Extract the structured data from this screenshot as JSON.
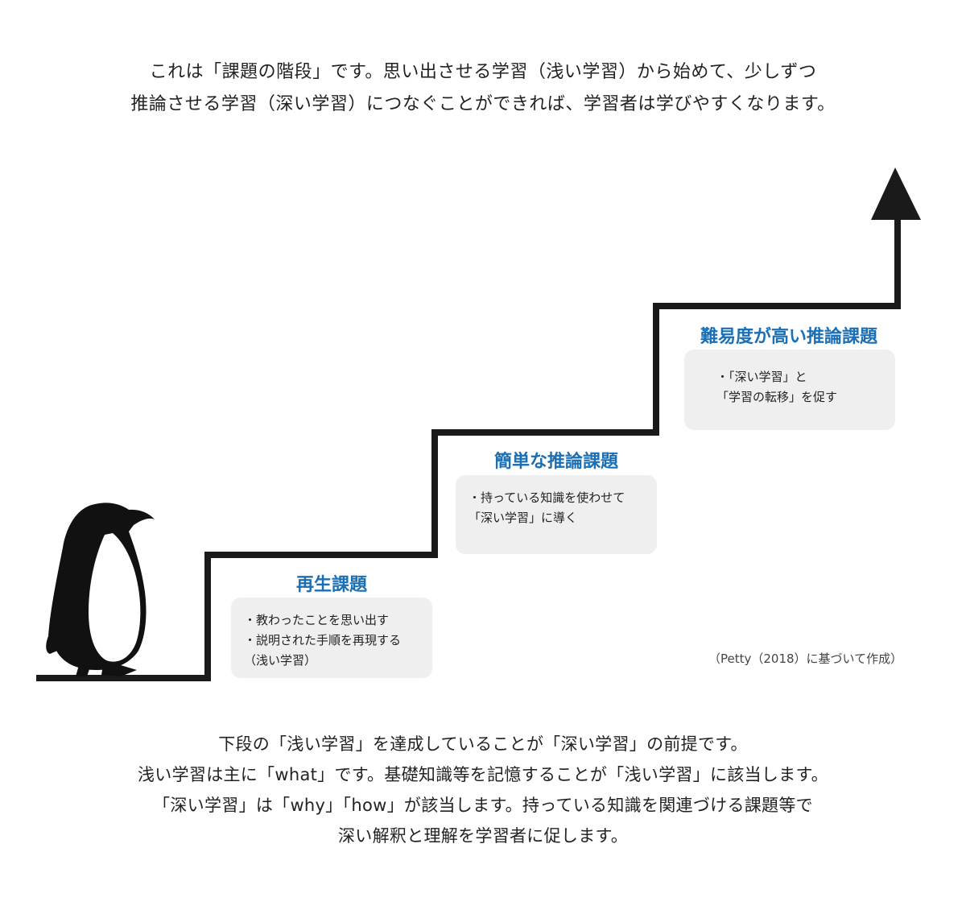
{
  "intro": {
    "line1": "これは「課題の階段」です。思い出させる学習（浅い学習）から始めて、少しずつ",
    "line2": "推論させる学習（深い学習）につなぐことができれば、学習者は学びやすくなります。"
  },
  "steps": [
    {
      "title": "再生課題",
      "lines": [
        "・教わったことを思い出す",
        "・説明された手順を再現する",
        "（浅い学習）"
      ]
    },
    {
      "title": "簡単な推論課題",
      "lines": [
        "・持っている知識を使わせて",
        "「深い学習」に導く"
      ]
    },
    {
      "title": "難易度が高い推論課題",
      "lines": [
        "・「深い学習」と",
        "「学習の転移」を促す"
      ]
    }
  ],
  "credit": "（Petty（2018）に基づいて作成）",
  "outro": {
    "line1": "下段の「浅い学習」を達成していることが「深い学習」の前提です。",
    "line2": "浅い学習は主に「what」です。基礎知識等を記憶することが「浅い学習」に該当します。",
    "line3": "「深い学習」は「why」「how」が該当します。持っている知識を関連づける課題等で",
    "line4": "深い解釈と理解を学習者に促します。"
  },
  "colors": {
    "title_blue": "#1a6fb5",
    "box_gray": "#efefef",
    "stair_black": "#1a1a1a"
  },
  "icons": [
    "penguin-icon",
    "arrow-up-icon"
  ]
}
